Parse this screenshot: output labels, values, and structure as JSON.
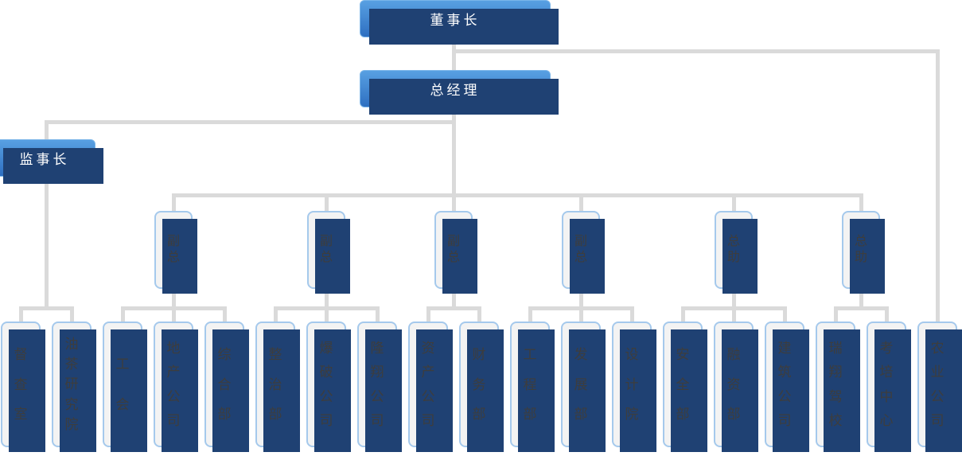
{
  "nodes": {
    "chairman": {
      "label": "董事长"
    },
    "general_manager": {
      "label": "总经理"
    },
    "supervisor": {
      "label": "监事长"
    }
  },
  "executives": [
    {
      "label": "副总",
      "children": [
        "工会",
        "地产公司",
        "综合部"
      ]
    },
    {
      "label": "副总",
      "children": [
        "整治部",
        "爆破公司",
        "隆翔公司"
      ]
    },
    {
      "label": "副总",
      "children": [
        "资产公司",
        "财务部"
      ]
    },
    {
      "label": "副总",
      "children": [
        "工程部",
        "发展部",
        "设计院"
      ]
    },
    {
      "label": "总助",
      "children": [
        "安全部",
        "融资部",
        "建筑公司"
      ]
    },
    {
      "label": "总助",
      "children": [
        "瑞翔驾校",
        "考培中心"
      ]
    }
  ],
  "supervisor_children": [
    "督查室",
    "油茶研究院"
  ],
  "chairman_direct_children": [
    "农业公司"
  ],
  "departments": [
    {
      "label": "督查室"
    },
    {
      "label": "油茶研究院"
    },
    {
      "label": "工会"
    },
    {
      "label": "地产公司"
    },
    {
      "label": "综合部"
    },
    {
      "label": "整治部"
    },
    {
      "label": "爆破公司"
    },
    {
      "label": "隆翔公司"
    },
    {
      "label": "资产公司"
    },
    {
      "label": "财务部"
    },
    {
      "label": "工程部"
    },
    {
      "label": "发展部"
    },
    {
      "label": "设计院"
    },
    {
      "label": "安全部"
    },
    {
      "label": "融资部"
    },
    {
      "label": "建筑公司"
    },
    {
      "label": "瑞翔驾校"
    },
    {
      "label": "考培中心"
    },
    {
      "label": "农业公司"
    }
  ],
  "colors": {
    "box_gradient_top": "#58a0e2",
    "box_gradient_bottom": "#2e6fc1",
    "box_border_light_blue": "#7ab5e9",
    "shadow_navy": "#1f4173",
    "white_box_fill": "#f3f3f3",
    "white_box_border": "#a5c9ec",
    "connector_gray": "#dadada",
    "text_dark": "#3d3d3d",
    "text_white": "#ffffff"
  }
}
